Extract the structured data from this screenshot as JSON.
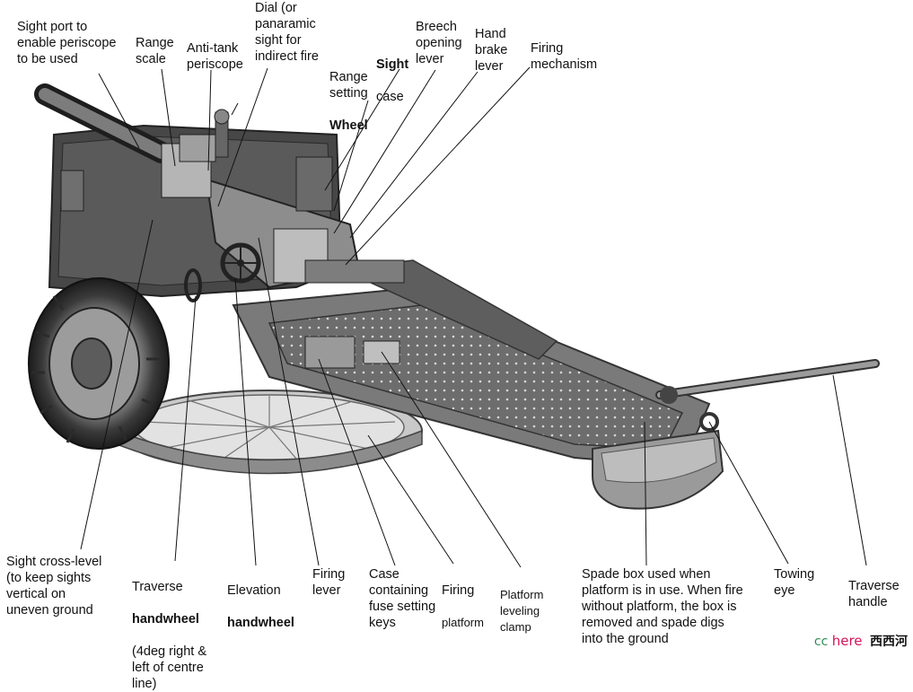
{
  "labels": {
    "sight_port": "Sight port to\nenable periscope\nto be used",
    "range_scale": "Range\nscale",
    "anti_tank": "Anti-tank\nperiscope",
    "dial": "Dial (or\npanaramic\nsight for\nindirect fire",
    "range_setting": "Range\nsetting",
    "range_setting_bold": "Wheel",
    "sight_case_bold": "Sight",
    "sight_case": "case",
    "breech": "Breech\nopening\nlever",
    "hand_brake": "Hand\nbrake\nlever",
    "firing_mech": "Firing\nmechanism",
    "cross_level": "Sight cross-level\n(to keep sights\nvertical on\nuneven ground",
    "traverse_hw_1": "Traverse",
    "traverse_hw_bold": "handwheel",
    "traverse_hw_2": "(4deg right &\nleft of centre\nline)",
    "elev_1": "Elevation",
    "elev_bold": "handwheel",
    "firing_lever": "Firing\nlever",
    "case_fuse": "Case\ncontaining\nfuse setting\nkeys",
    "firing_platform_1": "Firing",
    "firing_platform_2": "platform",
    "platform_clamp": "Platform\nleveling\nclamp",
    "spade_box": "Spade box used when\nplatform is in use. When fire\nwithout platform, the box is\nremoved and spade digs\ninto the ground",
    "towing_eye": "Towing\neye",
    "traverse_handle": "Traverse\nhandle"
  },
  "watermark": {
    "cc": "cc",
    "here": "here",
    "cn": "西西河"
  }
}
